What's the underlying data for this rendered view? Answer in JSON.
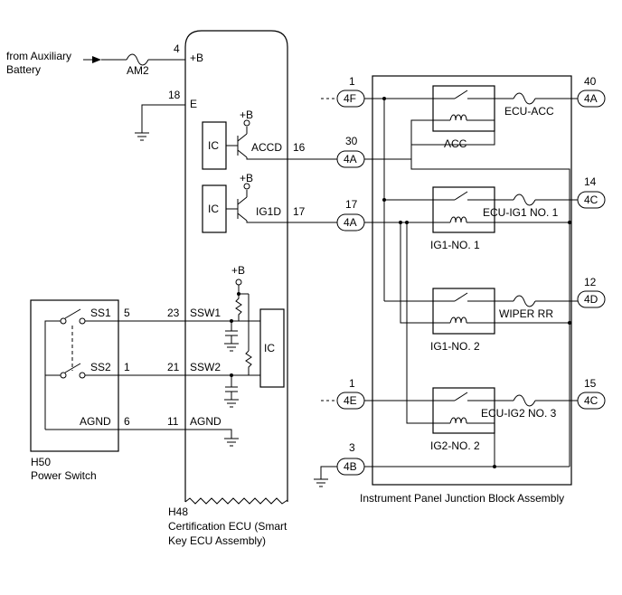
{
  "ecu": {
    "name": "H48",
    "desc_line1": "Certification ECU (Smart",
    "desc_line2": "Key ECU Assembly)",
    "pins": {
      "p4": "4",
      "plusB": "+B",
      "p18": "18",
      "E": "E",
      "p16": "16",
      "ACCD": "ACCD",
      "p17": "17",
      "IG1D": "IG1D",
      "p23": "23",
      "SSW1": "SSW1",
      "p21": "21",
      "SSW2": "SSW2",
      "p11": "11",
      "AGND": "AGND"
    },
    "ic": "IC",
    "plusB": "+B"
  },
  "source": {
    "line1": "from Auxiliary",
    "line2": "Battery",
    "fuse": "AM2"
  },
  "power_switch": {
    "name": "H50",
    "desc": "Power Switch",
    "ss1": "SS1",
    "ss1_pin": "5",
    "ss2": "SS2",
    "ss2_pin": "1",
    "agnd": "AGND",
    "agnd_pin": "6"
  },
  "junction_block": {
    "name": "Instrument Panel Junction Block Assembly",
    "connectors": {
      "c4F": "4F",
      "c4F_pin": "1",
      "c4A_30": "4A",
      "c4A_30_pin": "30",
      "c4A_17": "4A",
      "c4A_17_pin": "17",
      "c4E": "4E",
      "c4E_pin": "1",
      "c4B": "4B",
      "c4B_pin": "3",
      "c4A_40": "4A",
      "c4A_40_pin": "40",
      "c4C_14": "4C",
      "c4C_14_pin": "14",
      "c4D": "4D",
      "c4D_pin": "12",
      "c4C_15": "4C",
      "c4C_15_pin": "15"
    },
    "relays": {
      "acc": "ACC",
      "ig1no1": "IG1-NO. 1",
      "ig1no2": "IG1-NO. 2",
      "ig2no2": "IG2-NO. 2"
    },
    "fuses": {
      "ecu_acc": "ECU-ACC",
      "ecu_ig1_no1": "ECU-IG1 NO. 1",
      "wiper_rr": "WIPER RR",
      "ecu_ig2_no3": "ECU-IG2 NO. 3"
    }
  }
}
